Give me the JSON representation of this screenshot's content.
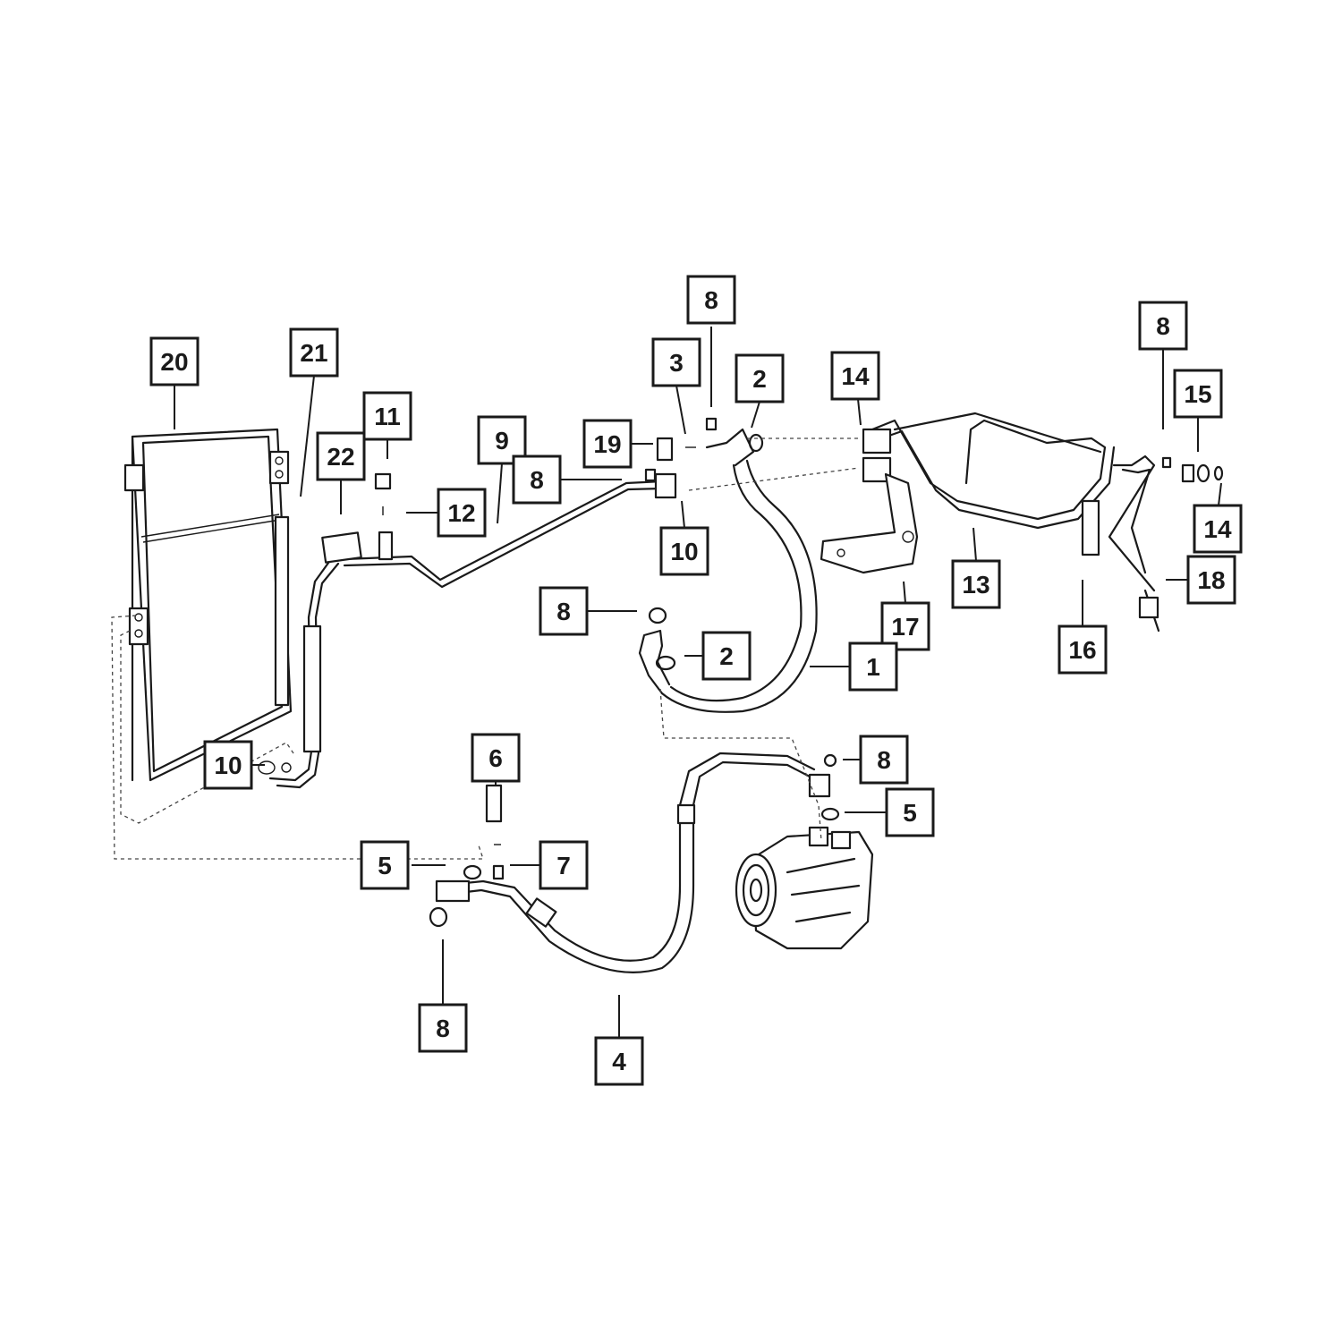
{
  "callouts": [
    {
      "id": "c20",
      "label": "20"
    },
    {
      "id": "c21",
      "label": "21"
    },
    {
      "id": "c11",
      "label": "11"
    },
    {
      "id": "c22",
      "label": "22"
    },
    {
      "id": "c12",
      "label": "12"
    },
    {
      "id": "c9",
      "label": "9"
    },
    {
      "id": "c8a",
      "label": "8"
    },
    {
      "id": "c19",
      "label": "19"
    },
    {
      "id": "c3",
      "label": "3"
    },
    {
      "id": "c8b",
      "label": "8"
    },
    {
      "id": "c2a",
      "label": "2"
    },
    {
      "id": "c10a",
      "label": "10"
    },
    {
      "id": "c14a",
      "label": "14"
    },
    {
      "id": "c8c",
      "label": "8"
    },
    {
      "id": "c15",
      "label": "15"
    },
    {
      "id": "c14b",
      "label": "14"
    },
    {
      "id": "c18",
      "label": "18"
    },
    {
      "id": "c13",
      "label": "13"
    },
    {
      "id": "c16",
      "label": "16"
    },
    {
      "id": "c17",
      "label": "17"
    },
    {
      "id": "c1",
      "label": "1"
    },
    {
      "id": "c8d",
      "label": "8"
    },
    {
      "id": "c2b",
      "label": "2"
    },
    {
      "id": "c10b",
      "label": "10"
    },
    {
      "id": "c6",
      "label": "6"
    },
    {
      "id": "c8e",
      "label": "8"
    },
    {
      "id": "c5a",
      "label": "5"
    },
    {
      "id": "c5b",
      "label": "5"
    },
    {
      "id": "c7",
      "label": "7"
    },
    {
      "id": "c8f",
      "label": "8"
    },
    {
      "id": "c4",
      "label": "4"
    }
  ]
}
